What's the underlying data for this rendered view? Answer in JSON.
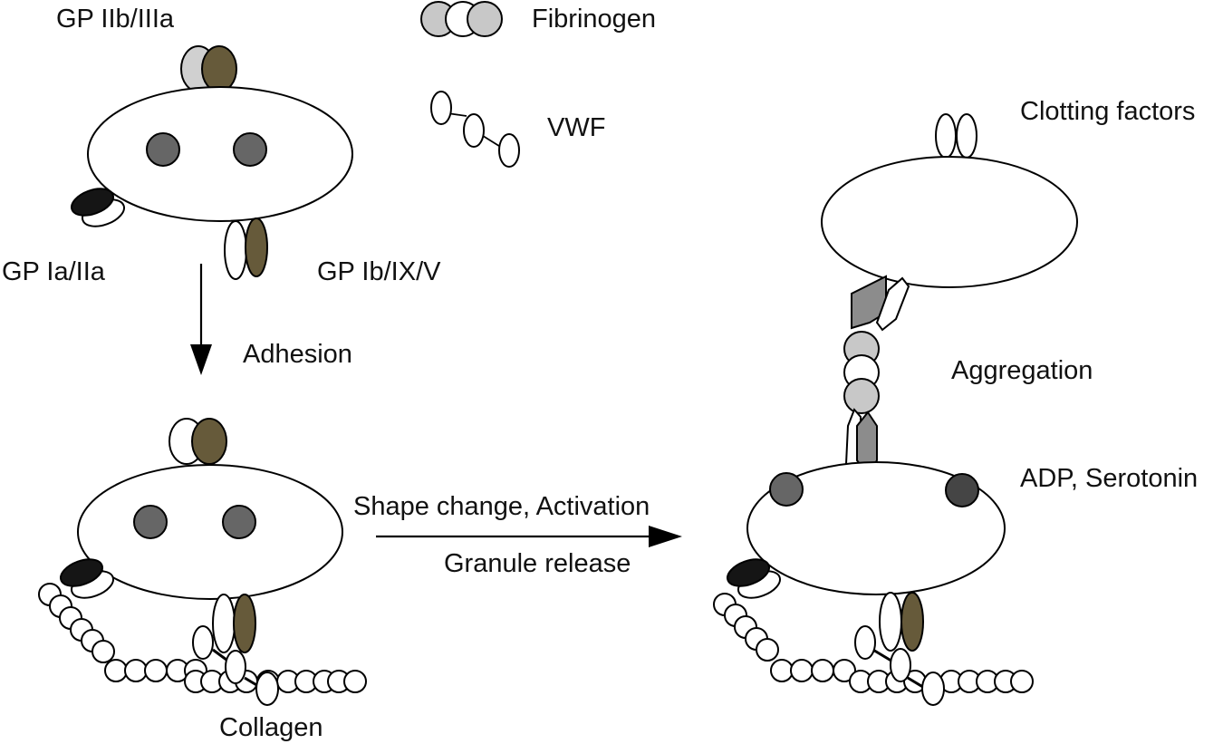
{
  "labels": {
    "gp_iib_iiia": "GP IIb/IIIa",
    "fibrinogen": "Fibrinogen",
    "vwf": "VWF",
    "clotting_factors": "Clotting factors",
    "gp_ia_iia": "GP Ia/IIa",
    "gp_ib_ix_v": "GP Ib/IX/V",
    "adhesion": "Adhesion",
    "aggregation": "Aggregation",
    "adp_serotonin": "ADP, Serotonin",
    "shape_change": "Shape change, Activation",
    "granule_release": "Granule release",
    "collagen": "Collagen"
  },
  "colors": {
    "outline": "#000000",
    "background": "#ffffff",
    "granule": "#666666",
    "granule_dark": "#454545",
    "receptor_olive": "#665a3a",
    "receptor_gray": "#d0d0d0",
    "receptor_black": "#151515",
    "fibrinogen_gray": "#c8c8c8",
    "hexagon_gray": "#8c8c8c"
  }
}
